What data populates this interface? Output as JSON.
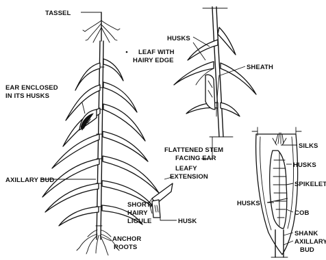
{
  "labels": {
    "tassel": "TASSEL",
    "husks_top": "HUSKS",
    "leaf_hairy_edge_1": "LEAF WITH",
    "leaf_hairy_edge_2": "HAIRY EDGE",
    "ear_enclosed_1": "EAR ENCLOSED",
    "ear_enclosed_2": "IN ITS HUSKS",
    "sheath": "SHEATH",
    "flattened_stem_1": "FLATTENED STEM",
    "flattened_stem_2": "FACING EAR",
    "silks": "SILKS",
    "husks_right": "HUSKS",
    "axillary_bud_left": "AXILLARY BUD",
    "leafy_extension_1": "LEAFY",
    "leafy_extension_2": "EXTENSION",
    "spikelets": "SPIKELETS",
    "husks_ear": "HUSKS",
    "cob": "COB",
    "short_hairy_ligule_1": "SHORT,",
    "short_hairy_ligule_2": "HAIRY",
    "short_hairy_ligule_3": "LIGULE",
    "husk": "HUSK",
    "shank": "SHANK",
    "axillary_bud_right_1": "AXILLARY",
    "axillary_bud_right_2": "BUD",
    "anchor_roots_1": "ANCHOR",
    "anchor_roots_2": "ROOTS"
  }
}
